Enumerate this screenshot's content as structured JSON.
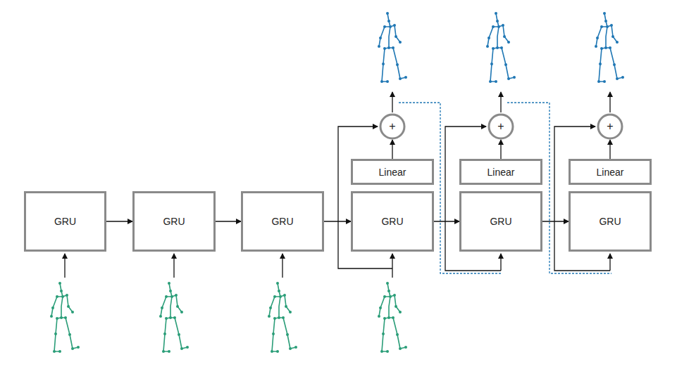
{
  "diagram": {
    "nodes": [
      {
        "text": [
          "GRU"
        ]
      },
      {
        "text": [
          "GRU"
        ]
      },
      {
        "text": [
          "GRU"
        ]
      },
      {
        "text": [
          "GRU"
        ]
      },
      {
        "text": [
          "Linear"
        ]
      },
      {
        "text": [
          "+"
        ]
      },
      {
        "text": [
          "GRU"
        ]
      },
      {
        "text": [
          "Linear"
        ]
      },
      {
        "text": [
          "+"
        ]
      },
      {
        "text": [
          "GRU"
        ]
      },
      {
        "text": [
          "Linear"
        ]
      },
      {
        "text": [
          "+"
        ]
      }
    ],
    "edges": [
      {
        "from": 0,
        "to": 1,
        "arrow": "to"
      },
      {
        "from": 1,
        "to": 2,
        "arrow": "to"
      },
      {
        "from": 2,
        "to": 3,
        "arrow": "to"
      },
      {
        "from": 3,
        "to": 6,
        "arrow": "to"
      },
      {
        "from": 6,
        "to": 9,
        "arrow": "to"
      },
      {
        "from": 4,
        "to": 5,
        "arrow": "to"
      },
      {
        "from": 7,
        "to": 8,
        "arrow": "to"
      },
      {
        "from": 10,
        "to": 11,
        "arrow": "to"
      }
    ]
  }
}
